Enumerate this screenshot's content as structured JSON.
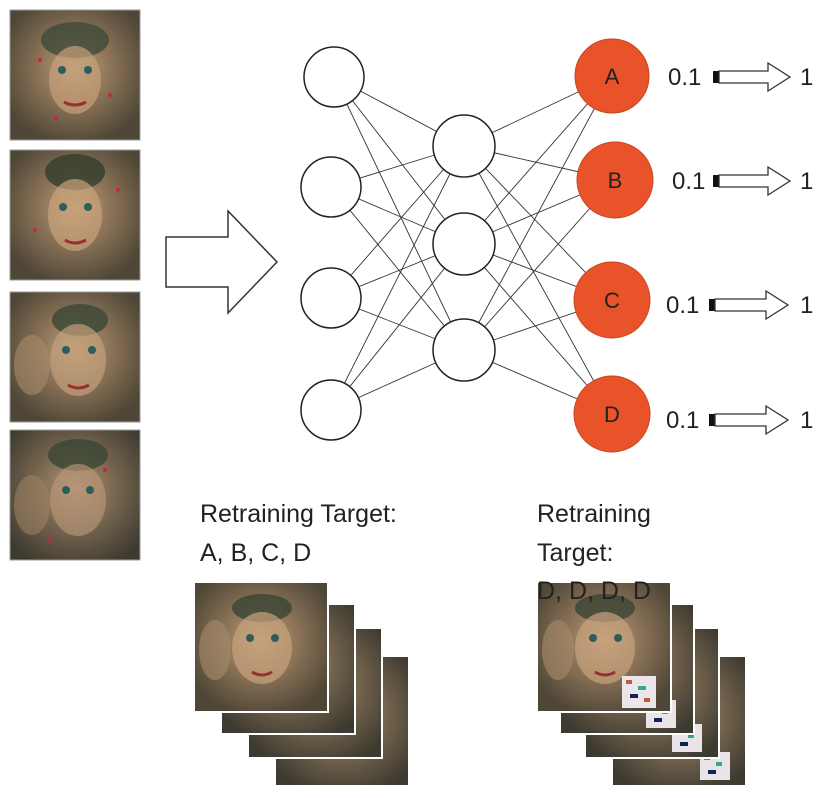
{
  "output_nodes": [
    {
      "label": "A",
      "from_value": "0.1",
      "to_value": "1"
    },
    {
      "label": "B",
      "from_value": "0.1",
      "to_value": "1"
    },
    {
      "label": "C",
      "from_value": "0.1",
      "to_value": "1"
    },
    {
      "label": "D",
      "from_value": "0.1",
      "to_value": "1"
    }
  ],
  "retraining_left": {
    "line1": "Retraining Target:",
    "line2": "A, B, C, D"
  },
  "retraining_right": {
    "line1": "Retraining",
    "line2": "Target:",
    "line3": "D, D, D, D"
  },
  "colors": {
    "output_node_fill": "#e8532a",
    "node_stroke": "#222222",
    "face_tone": "#8a7460"
  }
}
